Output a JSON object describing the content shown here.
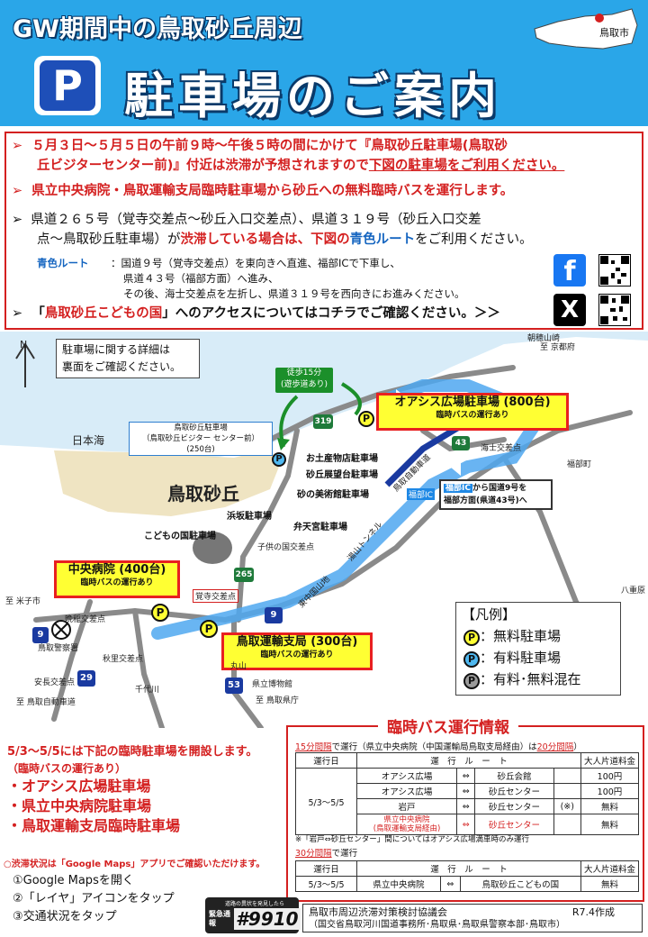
{
  "header": {
    "title_line1": "GW期間中の鳥取砂丘周辺",
    "p_icon": "P",
    "title_line2": "駐車場のご案内",
    "map_label": "鳥取市"
  },
  "notice": {
    "item1_line1": "５月３日～５月５日の午前９時～午後５時の間にかけて『鳥取砂丘駐車場(鳥取砂",
    "item1_line2": "丘ビジターセンター前)』付近は渋滞が予想されますので",
    "item1_line2b": "下図の駐車場をご利用ください。",
    "item2": "県立中央病院・鳥取運輸支局臨時駐車場から砂丘への無料臨時バスを運行します。",
    "item3_line1": "県道２６５号（覚寺交差点～砂丘入口交差点）、県道３１９号（砂丘入口交差",
    "item3_line2a": "点～鳥取砂丘駐車場）が",
    "item3_line2b": "渋滞している場合は、下図の",
    "item3_line2c": "青色ルート",
    "item3_line2d": "をご利用ください。",
    "route_label": "青色ルート",
    "route_text1": "：国道９号（覚寺交差点）を東向きへ直進、福部ICで下車し、",
    "route_text2": "県道４３号（福部方面）へ進み、",
    "route_text3": "その後、海士交差点を左折し、県道３１９号を西向きにお進みください。",
    "item4_a": "「",
    "item4_b": "鳥取砂丘こどもの国",
    "item4_c": "」へのアクセスについてはコチラでご確認ください。＞＞",
    "fb_icon": "f",
    "x_icon": "X"
  },
  "map": {
    "north": "N",
    "detail_note1": "駐車場に関する詳細は",
    "detail_note2": "裏面をご確認ください。",
    "walk1": "徒歩15分",
    "walk2": "(遊歩道あり)",
    "sakyu_lot1": "鳥取砂丘駐車場",
    "sakyu_lot2": "（鳥取砂丘ビジター センター前）",
    "sakyu_lot3": "(250台)",
    "sea": "日本海",
    "dunes": "鳥取砂丘",
    "oasis1": "オアシス広場駐車場 (800台)",
    "oasis2": "臨時バスの運行あり",
    "fukube1": "福部IC",
    "fukube2": "から国道9号を",
    "fukube3": "福部方面(県道43号)へ",
    "hosp1": "中央病院 (400台)",
    "hosp2": "臨時バスの運行あり",
    "unyu1": "鳥取運輸支局 (300台)",
    "unyu2": "臨時バスの運行あり",
    "p_names": [
      "お土産物店駐車場",
      "砂丘展望台駐車場",
      "砂の美術館駐車場",
      "浜坂駐車場",
      "弁天宮駐車場",
      "こどもの国駐車場",
      "子供の国交差点"
    ],
    "labels": [
      "朝穂山崎",
      "至 京都府",
      "海士交差点",
      "福部町",
      "福部IC",
      "覚寺交差点",
      "至 米子市",
      "晩稲交差点",
      "鳥取警察署",
      "至 鳥取自動車道",
      "至 鳥取県庁",
      "県立博物館",
      "秋里交差点",
      "千代川",
      "安長交差点",
      "丸山",
      "八重原",
      "鳥取自動車道",
      "湯山トンネル",
      "東中国山地"
    ],
    "roads": [
      "319",
      "43",
      "265",
      "9",
      "9",
      "53",
      "29"
    ],
    "legend_title": "【凡例】",
    "legend_free": "：無料駐車場",
    "legend_paid": "：有料駐車場",
    "legend_mixed": "：有料･無料混在"
  },
  "left_info": {
    "headline": "5/3～5/5には下記の臨時駐車場を開設します。",
    "sub": "（臨時バスの運行あり）",
    "lot1": "・オアシス広場駐車場",
    "lot2": "・県立中央病院駐車場",
    "lot3": "・鳥取運輸支局臨時駐車場"
  },
  "gmaps": {
    "note": "○渋滞状況は「Google Maps」アプリでご確認いただけます。",
    "step1": "①Google Mapsを開く",
    "step2": "②「レイヤ」アイコンをタップ",
    "step3": "③交通状況をタップ"
  },
  "bus": {
    "title": "臨時バス運行情報",
    "sub1a": "15分間隔",
    "sub1b": "で運行（県立中央病院（中国運輸局鳥取支局経由）は",
    "sub1c": "20分間隔",
    "sub1d": "）",
    "head": [
      "運行日",
      "運　行　ル　ー　ト",
      "大人片道料金"
    ],
    "day": "5/3～5/5",
    "rows": [
      [
        "オアシス広場",
        "⇔",
        "砂丘会館",
        "",
        "100円"
      ],
      [
        "オアシス広場",
        "⇔",
        "砂丘センター",
        "",
        "100円"
      ],
      [
        "岩戸",
        "⇔",
        "砂丘センター",
        "(※)",
        "無料"
      ],
      [
        "県立中央病院\n(鳥取運輸支局経由)",
        "⇔",
        "砂丘センター",
        "",
        "無料"
      ]
    ],
    "note": "※「岩戸⇔砂丘センター」間についてはオアシス広場満車時のみ運行",
    "sub2a": "30分間隔",
    "sub2b": "で運行",
    "row2": [
      "5/3～5/5",
      "県立中央病院",
      "⇔",
      "鳥取砂丘こどもの国",
      "無料"
    ]
  },
  "footer": {
    "org": "鳥取市周辺渋滞対策検討協議会",
    "date": "R7.4作成",
    "members": "（国交省鳥取河川国道事務所･鳥取県･鳥取県警察本部･鳥取市）",
    "badge_top": "道路の異状を発見したら",
    "badge_main": "#9910",
    "badge_left": "緊急通報"
  },
  "colors": {
    "header": "#2aa6e8",
    "accent": "#d42020",
    "route": "#1e88e5",
    "road": "#8a8a8a"
  }
}
